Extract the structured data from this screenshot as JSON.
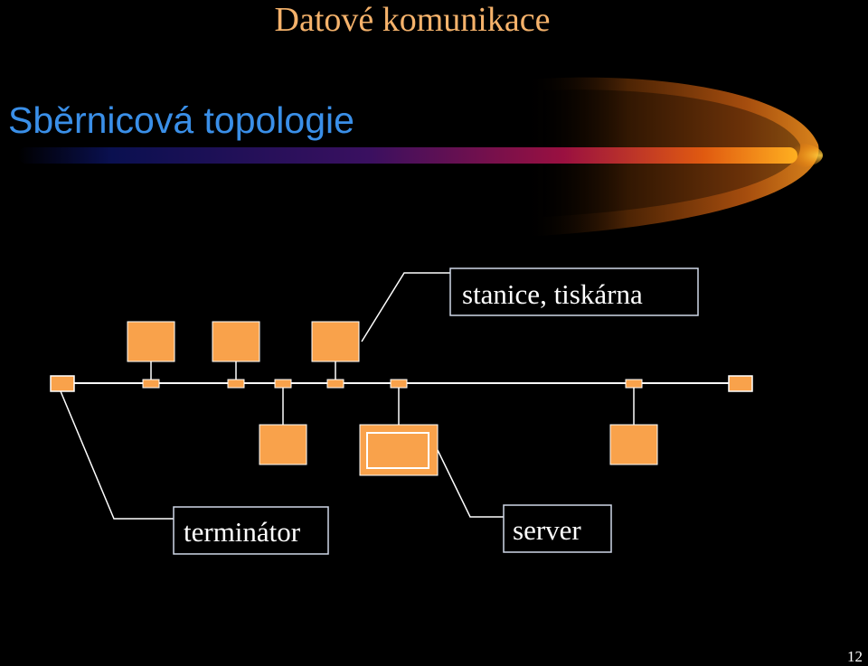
{
  "header": {
    "title": "Datové komunikace"
  },
  "slide": {
    "subtitle": "Sběrnicová topologie",
    "number": "12"
  },
  "labels": {
    "stations": "stanice, tiskárna",
    "terminator": "terminátor",
    "server": "server"
  },
  "colors": {
    "node_fill": "#f9a24b",
    "node_stroke": "#ffffff",
    "bus_line": "#ffffff",
    "title_text": "#f5b26b",
    "subtitle_text": "#3a8fe8"
  }
}
